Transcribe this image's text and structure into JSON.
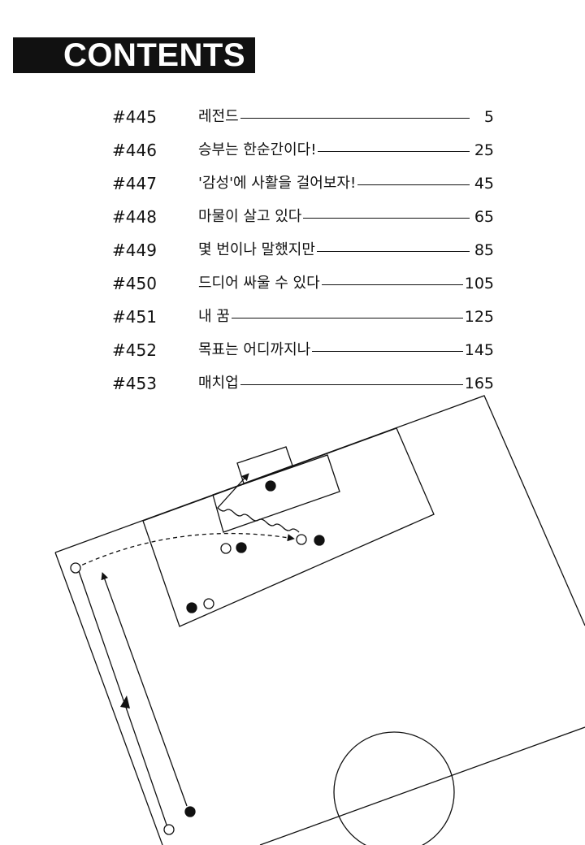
{
  "header": {
    "title": "CONTENTS"
  },
  "toc": [
    {
      "num": "#445",
      "title": "레전드",
      "page": "5"
    },
    {
      "num": "#446",
      "title": "승부는 한순간이다!",
      "page": "25"
    },
    {
      "num": "#447",
      "title": "'감성'에 사활을 걸어보자!",
      "page": "45"
    },
    {
      "num": "#448",
      "title": "마물이 살고 있다",
      "page": "65"
    },
    {
      "num": "#449",
      "title": "몇 번이나 말했지만",
      "page": "85"
    },
    {
      "num": "#450",
      "title": "드디어 싸울 수 있다",
      "page": "105"
    },
    {
      "num": "#451",
      "title": "내 꿈",
      "page": "125"
    },
    {
      "num": "#452",
      "title": "목표는 어디까지나",
      "page": "145"
    },
    {
      "num": "#453",
      "title": "매치업",
      "page": "165"
    }
  ]
}
